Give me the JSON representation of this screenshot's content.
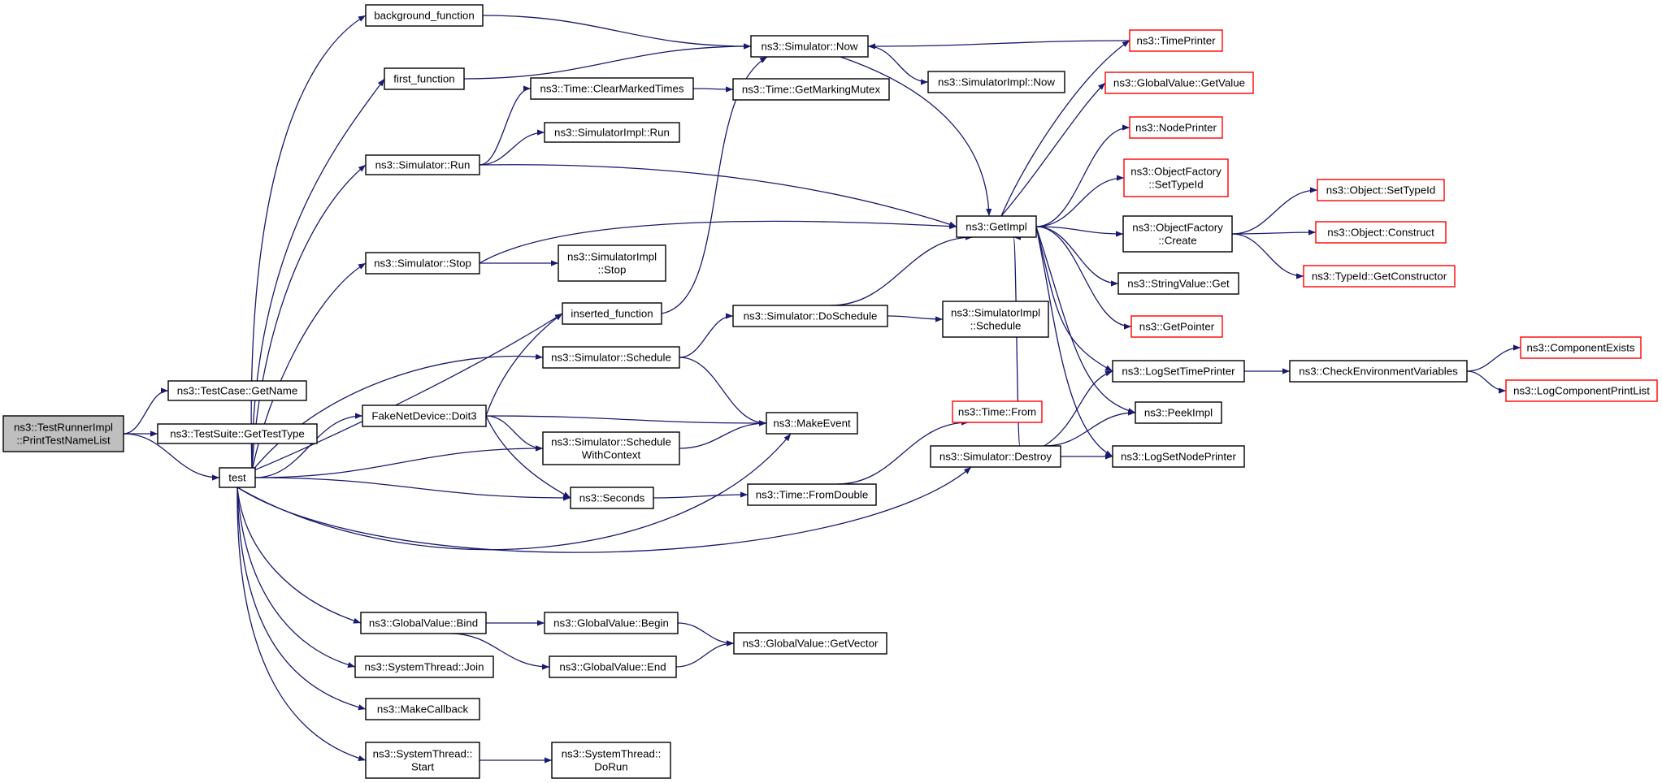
{
  "colors": {
    "edge": "#191970",
    "node_border": "#000000",
    "linked_border": "#000000",
    "unlinked_border": "#ff0000",
    "root_fill": "#bfbfbf",
    "node_fill": "#ffffff"
  },
  "nodes": [
    {
      "id": "root",
      "lines": [
        "ns3::TestRunnerImpl",
        "::PrintTestNameList"
      ],
      "kind": "root"
    },
    {
      "id": "getname",
      "lines": [
        "ns3::TestCase::GetName"
      ],
      "kind": "normal"
    },
    {
      "id": "gettesttype",
      "lines": [
        "ns3::TestSuite::GetTestType"
      ],
      "kind": "normal"
    },
    {
      "id": "test",
      "lines": [
        "test"
      ],
      "kind": "normal"
    },
    {
      "id": "background",
      "lines": [
        "background_function"
      ],
      "kind": "normal"
    },
    {
      "id": "first",
      "lines": [
        "first_function"
      ],
      "kind": "normal"
    },
    {
      "id": "simrun",
      "lines": [
        "ns3::Simulator::Run"
      ],
      "kind": "normal"
    },
    {
      "id": "simstop",
      "lines": [
        "ns3::Simulator::Stop"
      ],
      "kind": "normal"
    },
    {
      "id": "inserted",
      "lines": [
        "inserted_function"
      ],
      "kind": "normal"
    },
    {
      "id": "fakenet",
      "lines": [
        "FakeNetDevice::Doit3"
      ],
      "kind": "normal"
    },
    {
      "id": "globalbind",
      "lines": [
        "ns3::GlobalValue::Bind"
      ],
      "kind": "normal"
    },
    {
      "id": "sysjoin",
      "lines": [
        "ns3::SystemThread::Join"
      ],
      "kind": "normal"
    },
    {
      "id": "makecallback",
      "lines": [
        "ns3::MakeCallback"
      ],
      "kind": "normal"
    },
    {
      "id": "sysstart",
      "lines": [
        "ns3::SystemThread::",
        "Start"
      ],
      "kind": "normal"
    },
    {
      "id": "simnow",
      "lines": [
        "ns3::Simulator::Now"
      ],
      "kind": "normal"
    },
    {
      "id": "clearmarked",
      "lines": [
        "ns3::Time::ClearMarkedTimes"
      ],
      "kind": "normal"
    },
    {
      "id": "implrun",
      "lines": [
        "ns3::SimulatorImpl::Run"
      ],
      "kind": "normal"
    },
    {
      "id": "implstop",
      "lines": [
        "ns3::SimulatorImpl",
        "::Stop"
      ],
      "kind": "normal"
    },
    {
      "id": "simschedule",
      "lines": [
        "ns3::Simulator::Schedule"
      ],
      "kind": "normal"
    },
    {
      "id": "schedwithctx",
      "lines": [
        "ns3::Simulator::Schedule",
        "WithContext"
      ],
      "kind": "normal"
    },
    {
      "id": "seconds",
      "lines": [
        "ns3::Seconds"
      ],
      "kind": "normal"
    },
    {
      "id": "gvbegin",
      "lines": [
        "ns3::GlobalValue::Begin"
      ],
      "kind": "normal"
    },
    {
      "id": "gvend",
      "lines": [
        "ns3::GlobalValue::End"
      ],
      "kind": "normal"
    },
    {
      "id": "sysdorun",
      "lines": [
        "ns3::SystemThread::",
        "DoRun"
      ],
      "kind": "normal"
    },
    {
      "id": "getmarkingmutex",
      "lines": [
        "ns3::Time::GetMarkingMutex"
      ],
      "kind": "normal"
    },
    {
      "id": "implnow",
      "lines": [
        "ns3::SimulatorImpl::Now"
      ],
      "kind": "normal"
    },
    {
      "id": "getimpl",
      "lines": [
        "ns3::GetImpl"
      ],
      "kind": "normal"
    },
    {
      "id": "doschedule",
      "lines": [
        "ns3::Simulator::DoSchedule"
      ],
      "kind": "normal"
    },
    {
      "id": "implschedule",
      "lines": [
        "ns3::SimulatorImpl",
        "::Schedule"
      ],
      "kind": "normal"
    },
    {
      "id": "makeevent",
      "lines": [
        "ns3::MakeEvent"
      ],
      "kind": "normal"
    },
    {
      "id": "timefromdouble",
      "lines": [
        "ns3::Time::FromDouble"
      ],
      "kind": "normal"
    },
    {
      "id": "timefrom",
      "lines": [
        "ns3::Time::From"
      ],
      "kind": "red"
    },
    {
      "id": "simdestroy",
      "lines": [
        "ns3::Simulator::Destroy"
      ],
      "kind": "normal"
    },
    {
      "id": "gvgetvector",
      "lines": [
        "ns3::GlobalValue::GetVector"
      ],
      "kind": "normal"
    },
    {
      "id": "timeprinter",
      "lines": [
        "ns3::TimePrinter"
      ],
      "kind": "red"
    },
    {
      "id": "gvgetvalue",
      "lines": [
        "ns3::GlobalValue::GetValue"
      ],
      "kind": "red"
    },
    {
      "id": "nodeprinter",
      "lines": [
        "ns3::NodePrinter"
      ],
      "kind": "red"
    },
    {
      "id": "ofsettypeid",
      "lines": [
        "ns3::ObjectFactory",
        "::SetTypeId"
      ],
      "kind": "red"
    },
    {
      "id": "ofcreate",
      "lines": [
        "ns3::ObjectFactory",
        "::Create"
      ],
      "kind": "normal"
    },
    {
      "id": "strvalget",
      "lines": [
        "ns3::StringValue::Get"
      ],
      "kind": "normal"
    },
    {
      "id": "getpointer",
      "lines": [
        "ns3::GetPointer"
      ],
      "kind": "red"
    },
    {
      "id": "logsettimeprinter",
      "lines": [
        "ns3::LogSetTimePrinter"
      ],
      "kind": "normal"
    },
    {
      "id": "peekimpl",
      "lines": [
        "ns3::PeekImpl"
      ],
      "kind": "normal"
    },
    {
      "id": "logsetnodeprinter",
      "lines": [
        "ns3::LogSetNodePrinter"
      ],
      "kind": "normal"
    },
    {
      "id": "objsettypeid",
      "lines": [
        "ns3::Object::SetTypeId"
      ],
      "kind": "red"
    },
    {
      "id": "objconstruct",
      "lines": [
        "ns3::Object::Construct"
      ],
      "kind": "red"
    },
    {
      "id": "typeidgetctor",
      "lines": [
        "ns3::TypeId::GetConstructor"
      ],
      "kind": "red"
    },
    {
      "id": "checkenv",
      "lines": [
        "ns3::CheckEnvironmentVariables"
      ],
      "kind": "normal"
    },
    {
      "id": "compexists",
      "lines": [
        "ns3::ComponentExists"
      ],
      "kind": "red"
    },
    {
      "id": "logcompprint",
      "lines": [
        "ns3::LogComponentPrintList"
      ],
      "kind": "red"
    }
  ],
  "edges": [
    [
      "root",
      "getname"
    ],
    [
      "root",
      "gettesttype"
    ],
    [
      "root",
      "test"
    ],
    [
      "test",
      "background"
    ],
    [
      "test",
      "first"
    ],
    [
      "test",
      "simrun"
    ],
    [
      "test",
      "simstop"
    ],
    [
      "test",
      "inserted"
    ],
    [
      "test",
      "fakenet"
    ],
    [
      "test",
      "simschedule"
    ],
    [
      "test",
      "schedwithctx"
    ],
    [
      "test",
      "seconds"
    ],
    [
      "test",
      "makeevent"
    ],
    [
      "test",
      "simdestroy"
    ],
    [
      "test",
      "globalbind"
    ],
    [
      "test",
      "sysjoin"
    ],
    [
      "test",
      "makecallback"
    ],
    [
      "test",
      "sysstart"
    ],
    [
      "background",
      "simnow"
    ],
    [
      "first",
      "simnow"
    ],
    [
      "inserted",
      "simnow"
    ],
    [
      "simrun",
      "clearmarked"
    ],
    [
      "simrun",
      "implrun"
    ],
    [
      "simrun",
      "getimpl"
    ],
    [
      "simstop",
      "implstop"
    ],
    [
      "simstop",
      "getimpl"
    ],
    [
      "clearmarked",
      "getmarkingmutex"
    ],
    [
      "simnow",
      "implnow"
    ],
    [
      "simnow",
      "getimpl"
    ],
    [
      "fakenet",
      "inserted"
    ],
    [
      "fakenet",
      "schedwithctx"
    ],
    [
      "fakenet",
      "seconds"
    ],
    [
      "fakenet",
      "makeevent"
    ],
    [
      "simschedule",
      "doschedule"
    ],
    [
      "simschedule",
      "makeevent"
    ],
    [
      "schedwithctx",
      "makeevent"
    ],
    [
      "doschedule",
      "implschedule"
    ],
    [
      "doschedule",
      "getimpl"
    ],
    [
      "seconds",
      "timefromdouble"
    ],
    [
      "timefromdouble",
      "timefrom"
    ],
    [
      "globalbind",
      "gvbegin"
    ],
    [
      "globalbind",
      "gvend"
    ],
    [
      "gvbegin",
      "gvgetvector"
    ],
    [
      "gvend",
      "gvgetvector"
    ],
    [
      "sysstart",
      "sysdorun"
    ],
    [
      "simdestroy",
      "getimpl"
    ],
    [
      "simdestroy",
      "logsettimeprinter"
    ],
    [
      "simdestroy",
      "peekimpl"
    ],
    [
      "simdestroy",
      "logsetnodeprinter"
    ],
    [
      "timeprinter",
      "simnow"
    ],
    [
      "getimpl",
      "timeprinter"
    ],
    [
      "getimpl",
      "gvgetvalue"
    ],
    [
      "getimpl",
      "nodeprinter"
    ],
    [
      "getimpl",
      "ofsettypeid"
    ],
    [
      "getimpl",
      "ofcreate"
    ],
    [
      "getimpl",
      "strvalget"
    ],
    [
      "getimpl",
      "getpointer"
    ],
    [
      "getimpl",
      "logsettimeprinter"
    ],
    [
      "getimpl",
      "peekimpl"
    ],
    [
      "getimpl",
      "logsetnodeprinter"
    ],
    [
      "ofcreate",
      "objsettypeid"
    ],
    [
      "ofcreate",
      "objconstruct"
    ],
    [
      "ofcreate",
      "typeidgetctor"
    ],
    [
      "logsettimeprinter",
      "checkenv"
    ],
    [
      "checkenv",
      "compexists"
    ],
    [
      "checkenv",
      "logcompprint"
    ]
  ]
}
